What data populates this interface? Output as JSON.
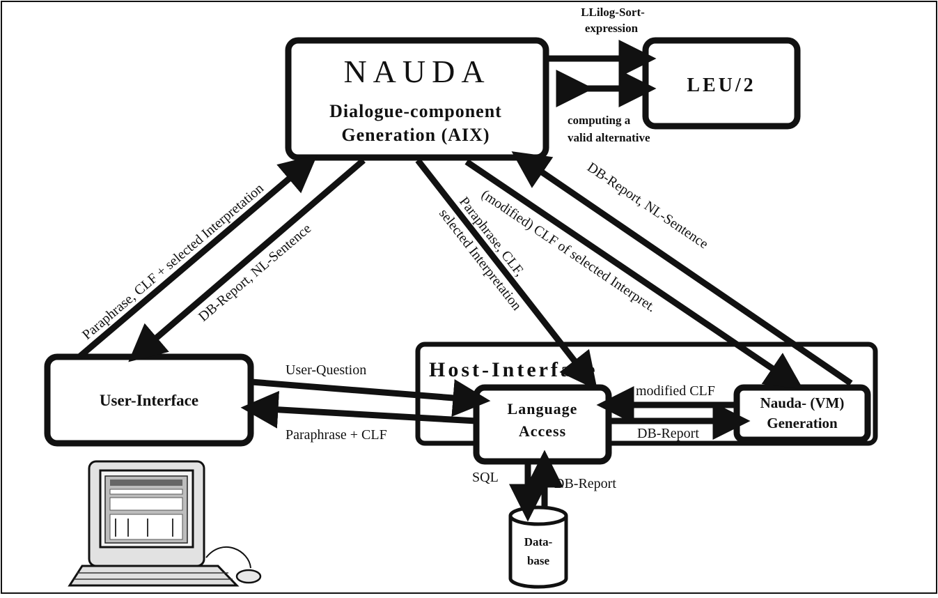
{
  "nodes": {
    "nauda": {
      "title": "NAUDA",
      "line1": "Dialogue-component",
      "line2": "Generation  (AIX)"
    },
    "leu": {
      "title": "LEU/2"
    },
    "user_interface": {
      "title": "User-Interface"
    },
    "host_interface": {
      "title": "Host-Interface"
    },
    "language_access": {
      "line1": "Language",
      "line2": "Access"
    },
    "nauda_generation": {
      "line1": "Nauda-  (VM)",
      "line2": "Generation"
    },
    "database": {
      "line1": "Data-",
      "line2": "base"
    }
  },
  "edges": {
    "llilog": {
      "line1": "LLilog-Sort-",
      "line2": "expression"
    },
    "computing": {
      "line1": "computing a",
      "line2": "valid alternative"
    },
    "ui_to_nauda": "Paraphrase, CLF + selected Interpretation",
    "nauda_to_ui": "DB-Report, NL-Sentence",
    "nauda_to_la": {
      "line1": "Paraphrase, CLF,",
      "line2": "selected Interpretation"
    },
    "nauda_to_ng": "(modified) CLF of selected Interpret.",
    "ng_to_nauda": "DB-Report, NL-Sentence",
    "user_question": "User-Question",
    "paraphrase_clf": "Paraphrase + CLF",
    "modified_clf": "modified CLF",
    "db_report_ng": "DB-Report",
    "sql": "SQL",
    "db_report_db": "DB-Report"
  }
}
